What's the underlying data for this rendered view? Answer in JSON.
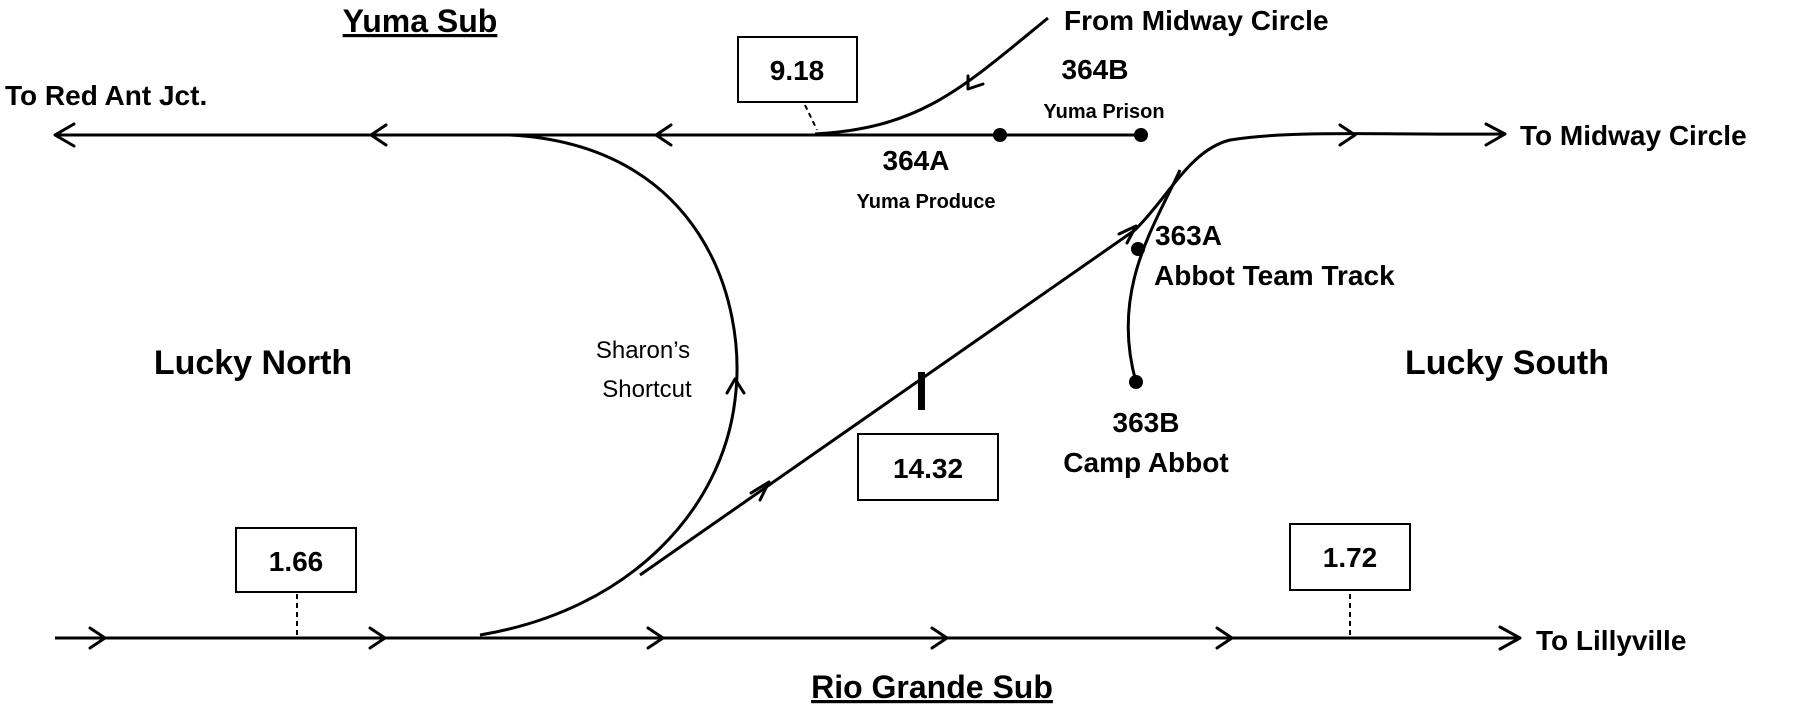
{
  "title": "Yuma Sub",
  "bottom_subdivision": "Rio Grande Sub",
  "directions": {
    "to_red_ant": "To Red Ant Jct.",
    "from_midway": "From Midway Circle",
    "to_midway": "To Midway Circle",
    "to_lillyville": "To Lillyville"
  },
  "regions": {
    "north": "Lucky North",
    "south": "Lucky South"
  },
  "shortcut": {
    "line1": "Sharon’s",
    "line2": "Shortcut"
  },
  "mileposts": {
    "mp_918": "9.18",
    "mp_1432": "14.32",
    "mp_166": "1.66",
    "mp_172": "1.72"
  },
  "spots": {
    "s364a": {
      "code": "364A",
      "name": "Yuma Produce"
    },
    "s364b": {
      "code": "364B",
      "name": "Yuma Prison"
    },
    "s363a": {
      "code": "363A",
      "name": "Abbot Team Track"
    },
    "s363b": {
      "code": "363B",
      "name": "Camp Abbot"
    }
  }
}
